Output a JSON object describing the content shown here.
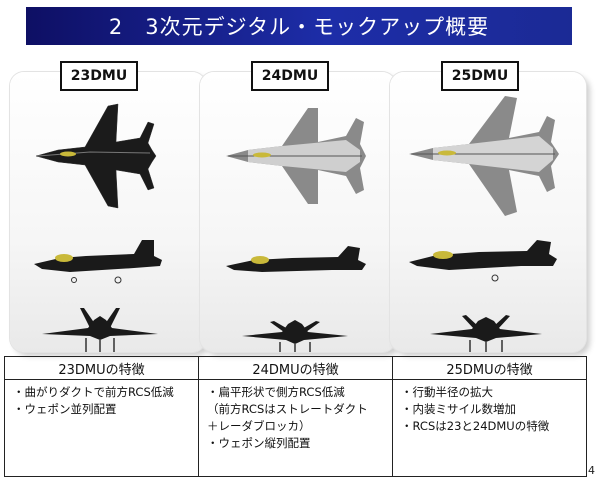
{
  "title": "2　3次元デジタル・モックアップ概要",
  "models": [
    {
      "label": "23DMU"
    },
    {
      "label": "24DMU"
    },
    {
      "label": "25DMU"
    }
  ],
  "table": {
    "columns": [
      {
        "header": "23DMUの特徴",
        "lines": [
          "・曲がりダクトで前方RCS低減",
          "・ウェポン並列配置"
        ]
      },
      {
        "header": "24DMUの特徴",
        "lines": [
          "・扁平形状で側方RCS低減",
          "（前方RCSはストレートダクト",
          "＋レーダブロッカ）",
          "・ウェポン縦列配置"
        ]
      },
      {
        "header": "25DMUの特徴",
        "lines": [
          "・行動半径の拡大",
          "・内装ミサイル数増加",
          "・RCSは23と24DMUの特徴"
        ]
      }
    ]
  },
  "page_number": "4",
  "colors": {
    "title_bar_dark": "#0e0f64",
    "title_bar_light": "#1d2da8",
    "canopy": "#c9b93a",
    "jet_body": "#1a1a1a"
  },
  "icons": [
    "jet-top-view",
    "jet-side-view",
    "jet-front-view"
  ]
}
